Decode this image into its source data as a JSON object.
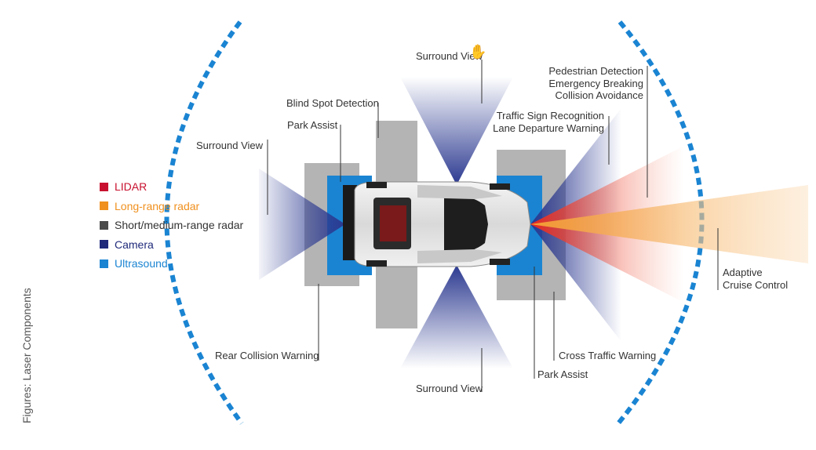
{
  "legend": [
    {
      "label": "LIDAR",
      "color": "#c8102e"
    },
    {
      "label": "Long-range radar",
      "color": "#f0901e"
    },
    {
      "label": "Short/medium-range radar",
      "color": "#4a4a4a"
    },
    {
      "label": "Camera",
      "color": "#1f2a7a"
    },
    {
      "label": "Ultrasound",
      "color": "#1a84d2"
    }
  ],
  "labels": {
    "surround_view_top": "Surround View",
    "blind_spot": "Blind Spot Detection",
    "park_assist_rear": "Park Assist",
    "surround_view_left": "Surround View",
    "pedestrian_1": "Pedestrian Detection",
    "pedestrian_2": "Emergency Breaking",
    "pedestrian_3": "Collision Avoidance",
    "traffic_sign_1": "Traffic Sign Recognition",
    "traffic_sign_2": "Lane Departure Warning",
    "acc_1": "Adaptive",
    "acc_2": "Cruise Control",
    "cross_traffic": "Cross Traffic Warning",
    "park_assist_front": "Park Assist",
    "surround_view_bottom": "Surround View",
    "rear_collision": "Rear Collision Warning"
  },
  "credit": "Figures: Laser Components",
  "colors": {
    "arc": "#1a84d2",
    "camera": "#2b3990",
    "radar_gray": "#b4b4b4",
    "ultrasound": "#1a84d2",
    "lidar": "#e8281e",
    "long_range": "#f39b32"
  }
}
